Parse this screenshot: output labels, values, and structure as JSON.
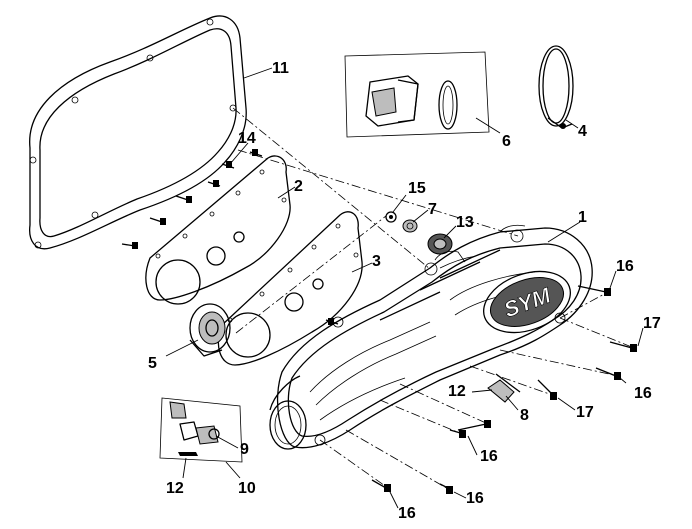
{
  "diagram": {
    "brand_logo_text": "SYM",
    "callouts": [
      {
        "id": "c1",
        "text": "1"
      },
      {
        "id": "c2",
        "text": "2"
      },
      {
        "id": "c3",
        "text": "3"
      },
      {
        "id": "c4",
        "text": "4"
      },
      {
        "id": "c5",
        "text": "5"
      },
      {
        "id": "c6",
        "text": "6"
      },
      {
        "id": "c7",
        "text": "7"
      },
      {
        "id": "c8",
        "text": "8"
      },
      {
        "id": "c9",
        "text": "9"
      },
      {
        "id": "c10",
        "text": "10"
      },
      {
        "id": "c11",
        "text": "11"
      },
      {
        "id": "c12a",
        "text": "12"
      },
      {
        "id": "c12b",
        "text": "12"
      },
      {
        "id": "c13",
        "text": "13"
      },
      {
        "id": "c14",
        "text": "14"
      },
      {
        "id": "c15",
        "text": "15"
      },
      {
        "id": "c16a",
        "text": "16"
      },
      {
        "id": "c16b",
        "text": "16"
      },
      {
        "id": "c16c",
        "text": "16"
      },
      {
        "id": "c16d",
        "text": "16"
      },
      {
        "id": "c16e",
        "text": "16"
      },
      {
        "id": "c17a",
        "text": "17"
      },
      {
        "id": "c17b",
        "text": "17"
      }
    ]
  }
}
